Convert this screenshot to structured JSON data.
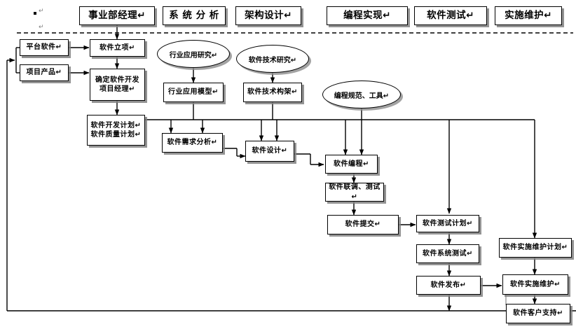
{
  "title": "软件开发流程图",
  "marks": {
    "pilcrow": "↵",
    "bullet": "■"
  },
  "colors": {
    "line": "#000000",
    "box_fill": "#ffffff",
    "shadow": "#808080"
  },
  "header": {
    "roles": [
      {
        "label": "事业部经理↵",
        "name": "role-business-manager"
      },
      {
        "label": "系 统 分 析",
        "name": "role-system-analysis"
      },
      {
        "label": "架构设计↵",
        "name": "role-architecture-design"
      },
      {
        "label": "编程实现↵",
        "name": "role-programming"
      },
      {
        "label": "软件测试↵",
        "name": "role-software-testing"
      },
      {
        "label": "实施维护↵",
        "name": "role-implementation-maintenance"
      }
    ]
  },
  "nodes": {
    "platform_software": "平台软件↵",
    "project_product": "项目产品↵",
    "software_project": "软件立项↵",
    "assign_pm_l1": "确定软件开发",
    "assign_pm_l2": "项目经理↵",
    "dev_plan_l1": "软件开发计划↵",
    "dev_plan_l2": "软件质量计划↵",
    "industry_research": "行业应用研究↵",
    "tech_research": "软件技术研究↵",
    "coding_standard": "编程规范、工具↵",
    "industry_model": "行业应用模型↵",
    "tech_framework": "软件技术构架↵",
    "requirement": "软件需求分析↵",
    "design": "软件设计↵",
    "coding": "软件编程↵",
    "integration_test": "软件联调、测试↵",
    "submit": "软件提交↵",
    "test_plan": "软件测试计划↵",
    "system_test": "软件系统测试↵",
    "release": "软件发布↵",
    "maint_plan": "软件实施维护计划↵",
    "maintenance": "软件实施维护↵",
    "customer_support": "软件客户支持↵"
  },
  "flow": {
    "type": "flowchart",
    "swimlane_separator": "dashed",
    "edges": [
      [
        "platform_software",
        "software_project"
      ],
      [
        "project_product",
        "assign_pm"
      ],
      [
        "software_project",
        "assign_pm"
      ],
      [
        "assign_pm",
        "dev_plan"
      ],
      [
        "dev_plan",
        "requirement"
      ],
      [
        "dev_plan",
        "design"
      ],
      [
        "dev_plan",
        "coding"
      ],
      [
        "dev_plan",
        "test_plan"
      ],
      [
        "dev_plan",
        "maint_plan"
      ],
      [
        "industry_research",
        "industry_model"
      ],
      [
        "tech_research",
        "tech_framework"
      ],
      [
        "industry_model",
        "requirement"
      ],
      [
        "tech_framework",
        "design"
      ],
      [
        "coding_standard",
        "coding"
      ],
      [
        "requirement",
        "design"
      ],
      [
        "design",
        "coding"
      ],
      [
        "coding",
        "integration_test"
      ],
      [
        "integration_test",
        "submit"
      ],
      [
        "submit",
        "test_plan"
      ],
      [
        "test_plan",
        "system_test"
      ],
      [
        "system_test",
        "release"
      ],
      [
        "release",
        "maintenance"
      ],
      [
        "maint_plan",
        "maintenance"
      ],
      [
        "maintenance",
        "customer_support"
      ],
      [
        "release",
        "feedback_loop"
      ],
      [
        "customer_support",
        "feedback_loop"
      ],
      [
        "feedback_loop",
        "platform_software"
      ],
      [
        "feedback_loop",
        "project_product"
      ]
    ]
  }
}
